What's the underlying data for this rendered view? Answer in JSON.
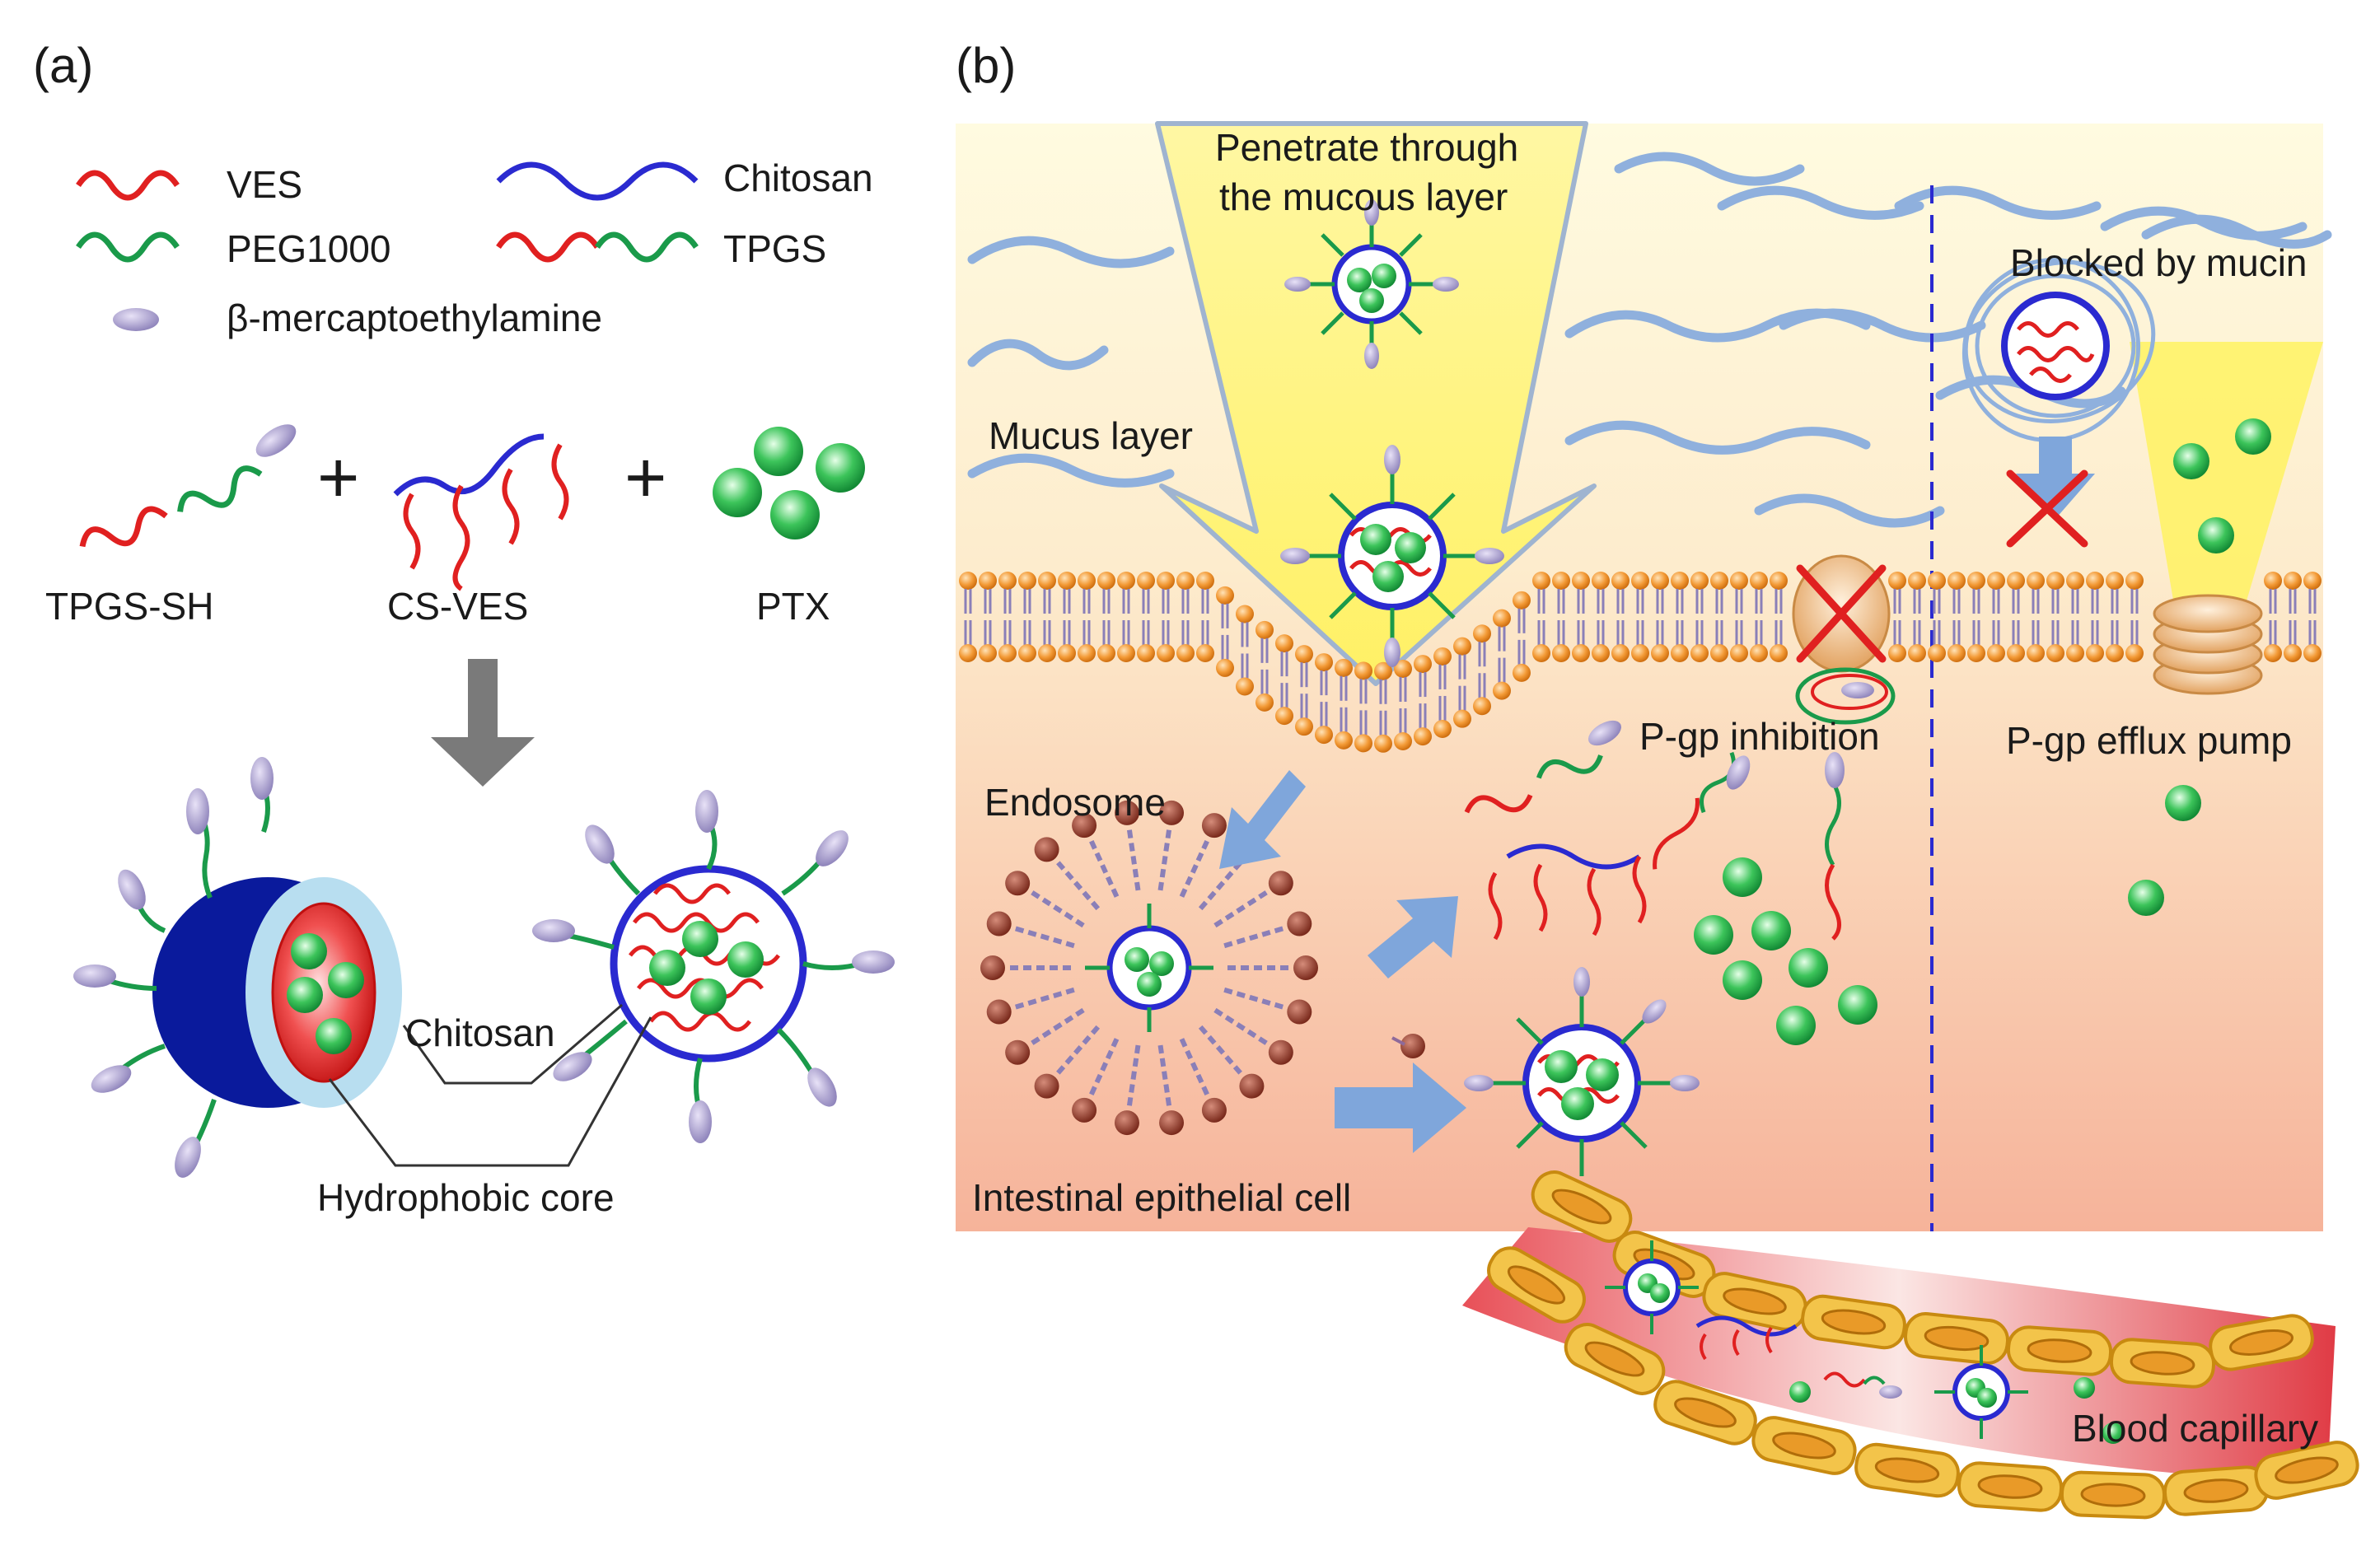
{
  "panel_a": {
    "tag": "(a)",
    "legend": {
      "ves": "VES",
      "chitosan": "Chitosan",
      "peg1000": "PEG1000",
      "tpgs": "TPGS",
      "mercapto": "β-mercaptoethylamine"
    },
    "components": {
      "tpgs_sh": "TPGS-SH",
      "cs_ves": "CS-VES",
      "ptx": "PTX",
      "plus": "+"
    },
    "callouts": {
      "chitosan": "Chitosan",
      "core": "Hydrophobic core"
    }
  },
  "panel_b": {
    "tag": "(b)",
    "labels": {
      "penetrate_line1": "Penetrate through",
      "penetrate_line2": "the mucous layer",
      "mucus": "Mucus layer",
      "blocked": "Blocked by mucin",
      "pgp_inhibition": "P-gp inhibition",
      "pgp_efflux": "P-gp efflux pump",
      "endosome": "Endosome",
      "epithelial": "Intestinal epithelial cell",
      "capillary": "Blood capillary"
    }
  },
  "colors": {
    "ves": "#e02020",
    "peg": "#1a9a4a",
    "chitosan": "#2a2ad0",
    "mercapto": "#9a8fc4",
    "ptx": "#28b44c",
    "lipid_head": "#f0952c",
    "endosome_head": "#8e3a2a",
    "mucus": "#8fb0dd",
    "arrow_blue": "#7fa6db",
    "inhibit_x": "#e02020"
  }
}
